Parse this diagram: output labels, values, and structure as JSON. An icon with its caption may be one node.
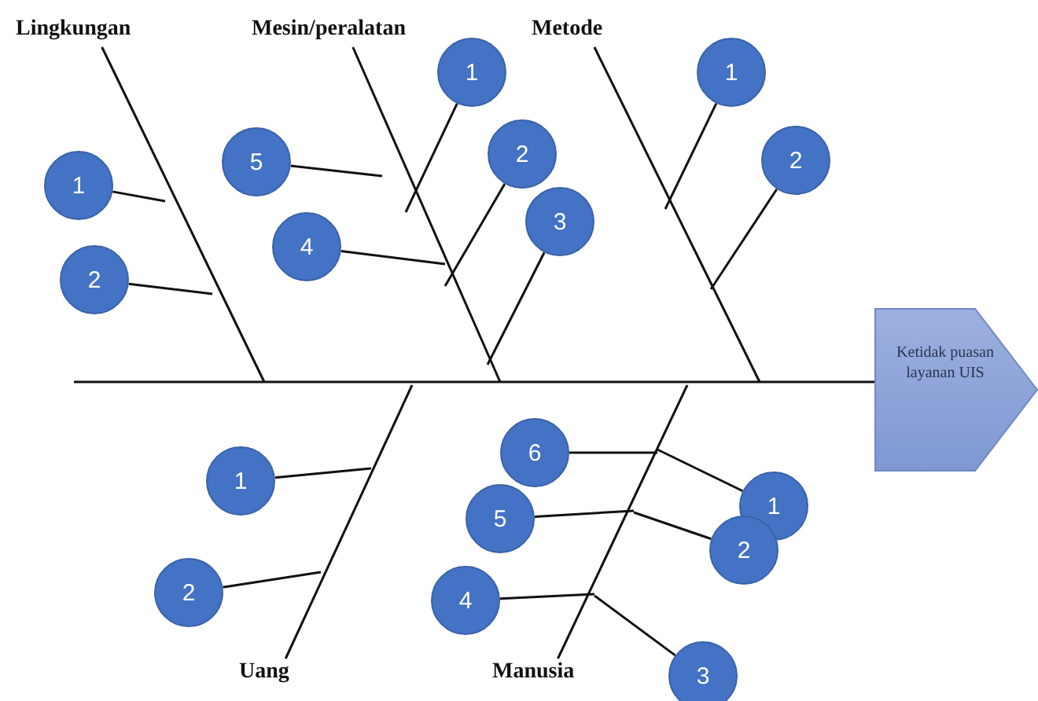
{
  "diagram": {
    "nodes": [
      {
        "text": [
          "Lingkungan"
        ]
      },
      {
        "text": [
          "Mesin/peralatan"
        ]
      },
      {
        "text": [
          "Metode"
        ]
      },
      {
        "text": [
          "1"
        ]
      },
      {
        "text": [
          "2"
        ]
      },
      {
        "text": [
          "1"
        ]
      },
      {
        "text": [
          "5"
        ]
      },
      {
        "text": [
          "2"
        ]
      },
      {
        "text": [
          "4"
        ]
      },
      {
        "text": [
          "3"
        ]
      },
      {
        "text": [
          "1"
        ]
      },
      {
        "text": [
          "2"
        ]
      },
      {
        "text": [
          "Ketidak puasan layanan UIS"
        ]
      },
      {
        "text": [
          "1"
        ]
      },
      {
        "text": [
          "6"
        ]
      },
      {
        "text": [
          "1"
        ]
      },
      {
        "text": [
          "5"
        ]
      },
      {
        "text": [
          "2"
        ]
      },
      {
        "text": [
          "2"
        ]
      },
      {
        "text": [
          "4"
        ]
      },
      {
        "text": [
          "3"
        ]
      },
      {
        "text": [
          "Uang"
        ]
      },
      {
        "text": [
          "Manusia"
        ]
      }
    ],
    "edges": [
      {
        "from": null,
        "to": 12,
        "arrow": "none"
      },
      {
        "from": 0,
        "to": null,
        "arrow": "none"
      },
      {
        "from": 1,
        "to": null,
        "arrow": "none"
      },
      {
        "from": 2,
        "to": null,
        "arrow": "none"
      },
      {
        "from": 21,
        "to": null,
        "arrow": "none"
      },
      {
        "from": 22,
        "to": null,
        "arrow": "none"
      },
      {
        "from": 3,
        "to": null,
        "arrow": "none"
      },
      {
        "from": 4,
        "to": null,
        "arrow": "none"
      },
      {
        "from": 5,
        "to": null,
        "arrow": "none"
      },
      {
        "from": 6,
        "to": null,
        "arrow": "none"
      },
      {
        "from": 7,
        "to": null,
        "arrow": "none"
      },
      {
        "from": 8,
        "to": null,
        "arrow": "none"
      },
      {
        "from": 9,
        "to": null,
        "arrow": "none"
      },
      {
        "from": 10,
        "to": null,
        "arrow": "none"
      },
      {
        "from": 11,
        "to": null,
        "arrow": "none"
      },
      {
        "from": 13,
        "to": null,
        "arrow": "none"
      },
      {
        "from": 14,
        "to": null,
        "arrow": "none"
      },
      {
        "from": 15,
        "to": null,
        "arrow": "none"
      },
      {
        "from": 16,
        "to": null,
        "arrow": "none"
      },
      {
        "from": 17,
        "to": null,
        "arrow": "none"
      },
      {
        "from": 18,
        "to": null,
        "arrow": "none"
      },
      {
        "from": 19,
        "to": null,
        "arrow": "none"
      },
      {
        "from": 20,
        "to": null,
        "arrow": "none"
      }
    ]
  }
}
